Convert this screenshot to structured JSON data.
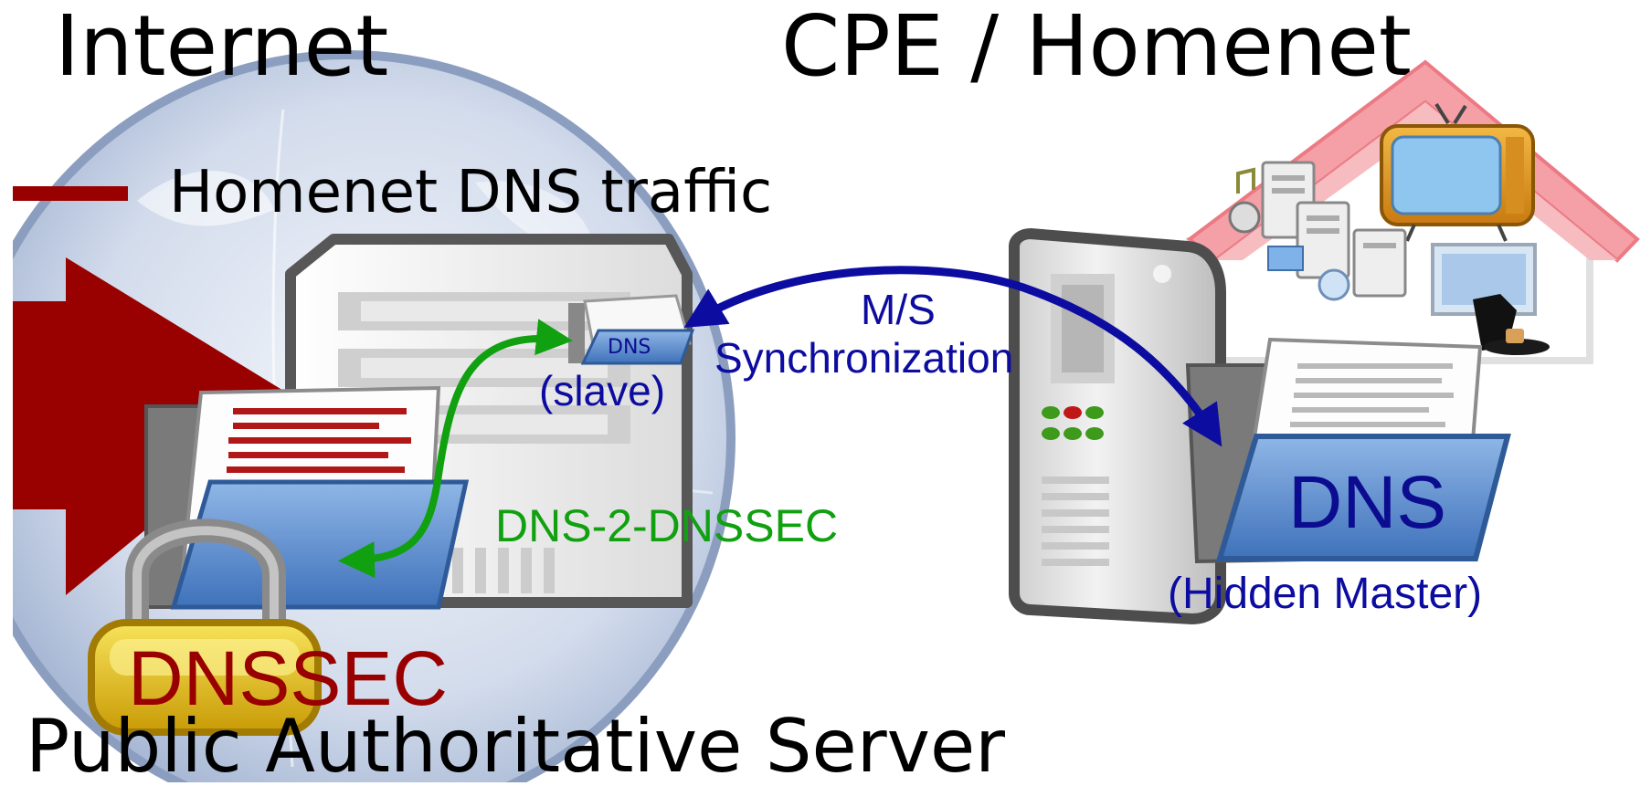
{
  "headings": {
    "internet": "Internet",
    "homenet": "CPE / Homenet",
    "public_server": "Public Authoritative Server"
  },
  "legend": {
    "label": "Homenet DNS traffic",
    "color": "#990000"
  },
  "public_side": {
    "lock_label": "DNSSEC",
    "slave_folder_label": "DNS",
    "slave_caption": "(slave)",
    "conversion_label": "DNS-2-DNSSEC"
  },
  "sync": {
    "line1": "M/S",
    "line2": "Synchronization"
  },
  "homenet_side": {
    "folder_label": "DNS",
    "caption": "(Hidden Master)"
  },
  "colors": {
    "sync_arrow": "#0c0ca0",
    "conversion_arrow": "#10a010",
    "folder_blue": "#5b8ed0",
    "lock_gold": "#e8c20e",
    "house_roof": "#f4a0a6",
    "globe": "#b7c4dc"
  }
}
